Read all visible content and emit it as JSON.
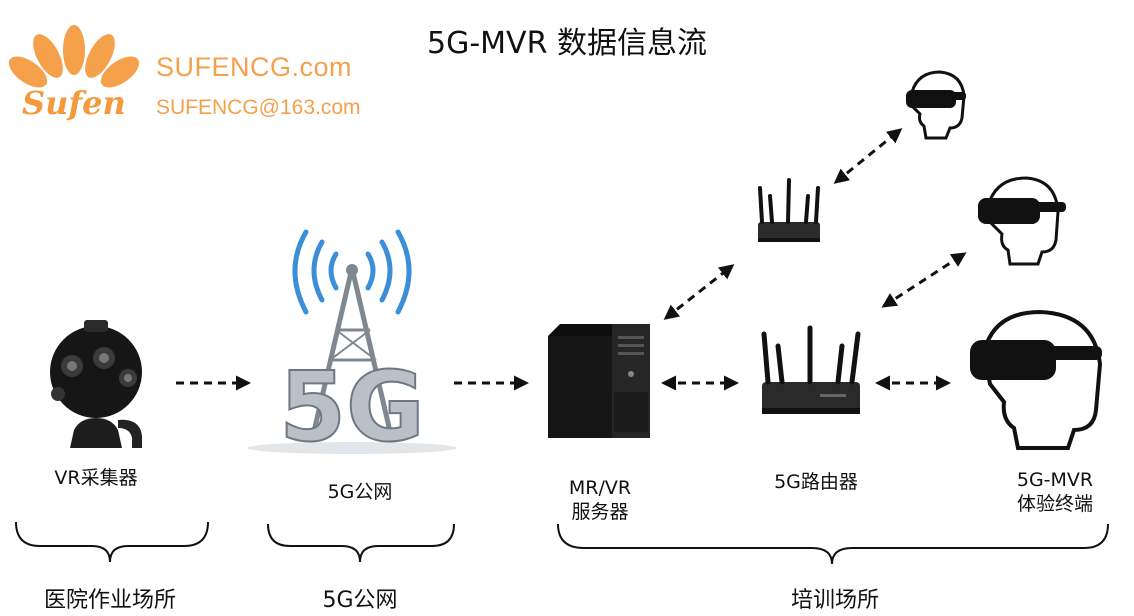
{
  "title": "5G-MVR 数据信息流",
  "brand": {
    "site": "SUFENCG.com",
    "email": "SUFENCG@163.com",
    "logo_word": "Sufen"
  },
  "nodes": {
    "vr_capture": "VR采集器",
    "public_5g": "5G公网",
    "server_line1": "MR/VR",
    "server_line2": "服务器",
    "router": "5G路由器",
    "terminal_line1": "5G-MVR",
    "terminal_line2": "体验终端"
  },
  "groups": {
    "hospital": "医院作业场所",
    "public_5g": "5G公网",
    "training": "培训场所"
  },
  "colors": {
    "brand_orange": "#f5a04a",
    "signal_blue": "#3a8fd8",
    "tower_gray": "#9aa3ab"
  }
}
